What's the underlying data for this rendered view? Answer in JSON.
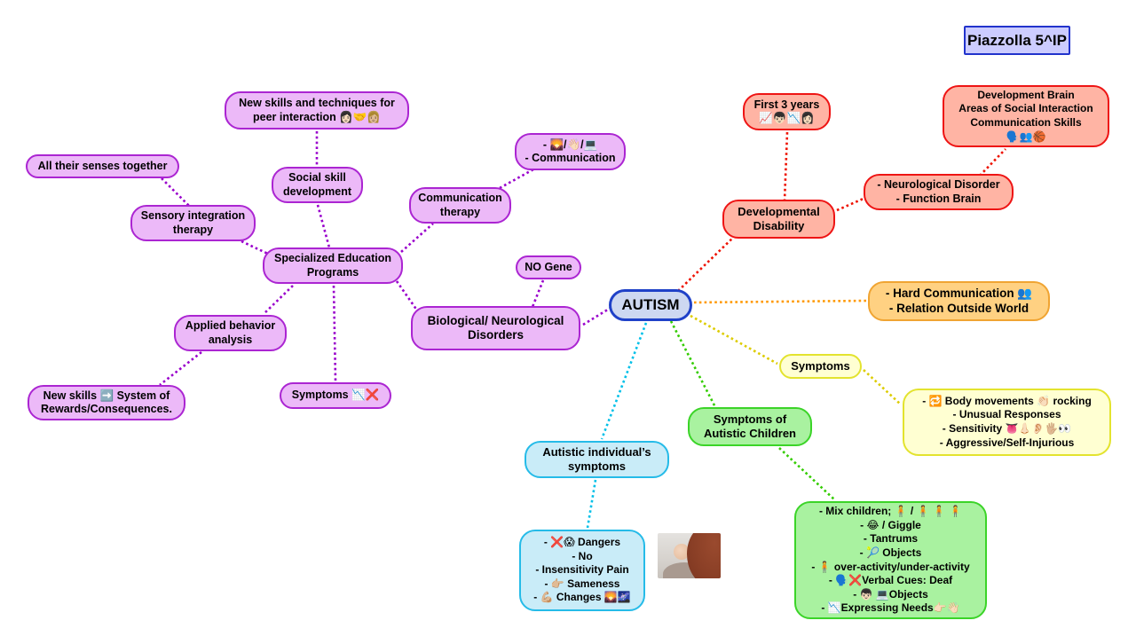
{
  "title_box": {
    "label": "Piazzolla 5^IP"
  },
  "center": {
    "label": "AUTISM"
  },
  "photo": {
    "alt": "mother holding baby"
  },
  "colors": {
    "purple_fill": "#ecb9f8",
    "purple_border": "#ab25d2",
    "purple_line": "#9900cc",
    "red_fill": "#ffb4a4",
    "red_border": "#ee1414",
    "red_line": "#ee1100",
    "orange_fill": "#ffd182",
    "orange_border": "#f0a432",
    "orange_line": "#ff9900",
    "yellow_fill": "#ffffd2",
    "yellow_border": "#e3e32e",
    "yellow_line": "#ddcc00",
    "green_fill": "#a9f2a0",
    "green_border": "#3bd428",
    "green_line": "#33cc00",
    "cyan_fill": "#c9ecf8",
    "cyan_border": "#25bbe8",
    "cyan_line": "#00c0e8",
    "center_fill": "#cdd8f1",
    "center_border": "#1f41c8",
    "title_fill": "#ccccff",
    "title_border": "#2233cc"
  },
  "nodes": {
    "new_skills_peer": "New skills and techniques for\npeer interaction 👩🏻🤝👩🏼",
    "all_senses": "All their senses together",
    "sensory": "Sensory integration\ntherapy",
    "social_skill": "Social skill\ndevelopment",
    "comm_therapy": "Communication\ntherapy",
    "comm_detail": "- 🌄/👋🏻/💻\n- Communication",
    "specialized": "Specialized Education\nPrograms",
    "no_gene": "NO Gene",
    "bio": "Biological/ Neurological\nDisorders",
    "applied": "Applied behavior\nanalysis",
    "rewards": "New skills ➡️ System of\nRewards/Consequences.",
    "symptoms_purple": "Symptoms 📉❌",
    "dev_disability": "Developmental\nDisability",
    "first3": "First 3 years\n📈👦🏻📉👩🏻",
    "neuro": "- Neurological Disorder\n- Function Brain",
    "dev_brain": "Development Brain\nAreas of Social Interaction\nCommunication Skills\n🗣️👥🏀",
    "hard_comm": "- Hard Communication 👥\n- Relation Outside World",
    "symptoms_yellow": "Symptoms",
    "symptoms_list": "- 🔁 Body movements 👏🏻 rocking\n- Unusual Responses\n- Sensitivity 👅👃🏻👂🏻🖐🏼👀\n- Aggressive/Self-Injurious",
    "symptoms_children": "Symptoms of\nAutistic Children",
    "children_list": "- Mix children; 🧍 / 🧍 🧍 🧍\n- 😂 / Giggle\n- Tantrums\n- 🎾 Objects\n- 🧍 over-activity/under-activity\n- 🗣️❌Verbal Cues: Deaf\n- 👦🏻 💻Objects\n- 📉Expressing Needs👉🏻👋🏻",
    "autistic_symptoms": "Autistic individual’s\nsymptoms",
    "autistic_list": "- ❌😱 Dangers\n- No\n- Insensitivity Pain\n- 👉🏼 Sameness\n- 💪🏼 Changes 🌄🌌"
  }
}
